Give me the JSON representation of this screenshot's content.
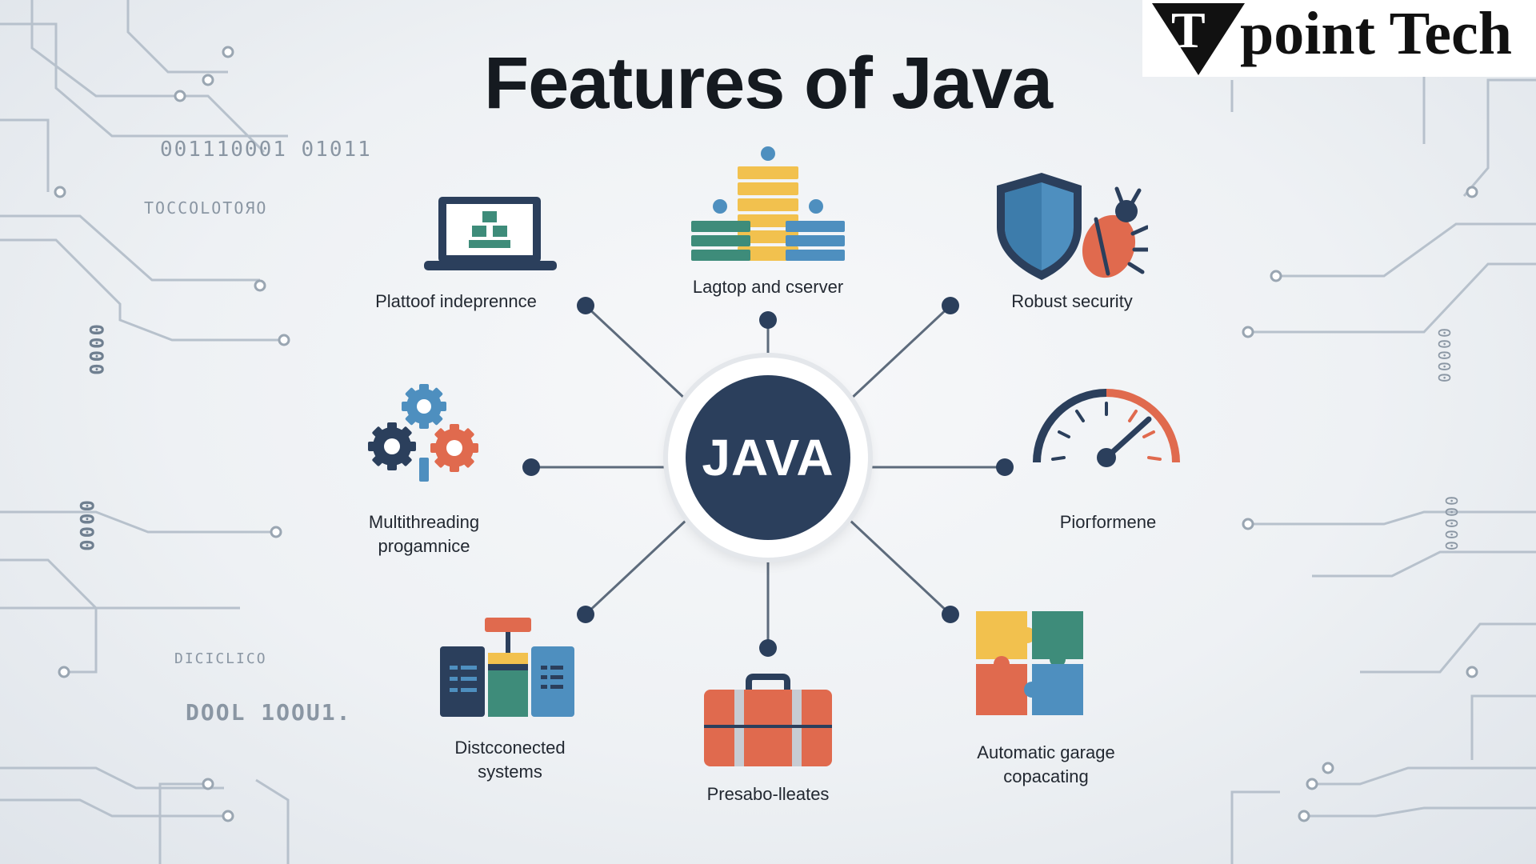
{
  "title": "Features of Java",
  "logo": {
    "letter": "T",
    "text": "point Tech"
  },
  "center": {
    "label": "JAVA",
    "color": "#2b3f5c"
  },
  "features": [
    {
      "id": "platform",
      "icon": "laptop-icon",
      "label": "Plattoof indeprennce"
    },
    {
      "id": "laptop-server",
      "icon": "server-stack-icon",
      "label": "Lagtop and cserver"
    },
    {
      "id": "security",
      "icon": "shield-bug-icon",
      "label": "Robust security"
    },
    {
      "id": "multithreading",
      "icon": "gears-icon",
      "label_lines": [
        "Multithreading",
        "progamnice"
      ]
    },
    {
      "id": "performance",
      "icon": "speedometer-icon",
      "label": "Pioгformene"
    },
    {
      "id": "distributed",
      "icon": "distributed-systems-icon",
      "label_lines": [
        "Distcconected",
        "systems"
      ]
    },
    {
      "id": "presab",
      "icon": "briefcase-icon",
      "label": "Presabo-lleates"
    },
    {
      "id": "garbage",
      "icon": "puzzle-icon",
      "label_lines": [
        "Automatic garage",
        "copacating"
      ]
    }
  ],
  "binary_texts": [
    "001110001  01011",
    "TOCCOLOTOЯO",
    "0000",
    "0000",
    "DICICLICO",
    "DOOL 1OOU1.",
    "00000",
    "00000"
  ],
  "colors": {
    "teal": "#3e8c7a",
    "yellow": "#f2c14e",
    "orange": "#e06a4e",
    "blue": "#4e8fbf",
    "navy": "#2b3f5c",
    "line": "#5d6b7c"
  }
}
